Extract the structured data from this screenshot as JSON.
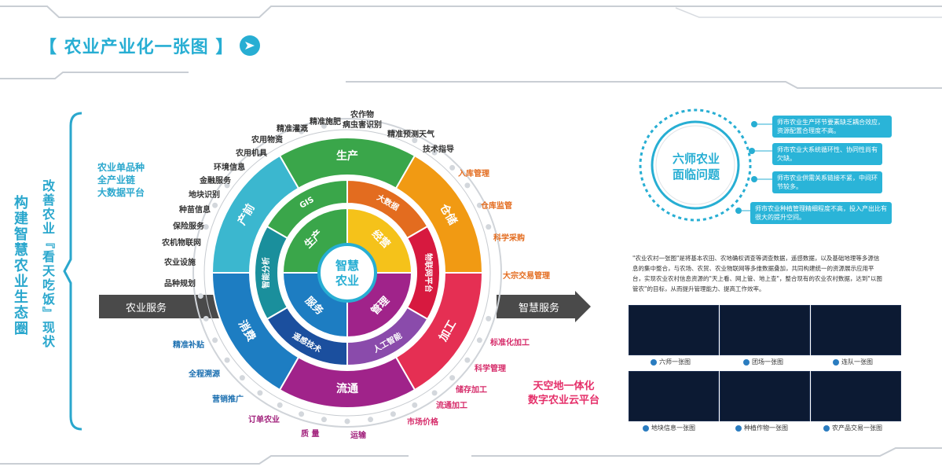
{
  "title": "【 农业产业化一张图 】",
  "vertical_left": "构建智慧农业生态圈",
  "vertical_second": "改善农业『看天吃饭』现状",
  "left_block": [
    "农业单品种",
    "全产业链",
    "大数据平台"
  ],
  "arrow_left": "农业服务",
  "arrow_right": "智慧服务",
  "center": "智慧\n农业",
  "inner_quadrants": [
    "生产",
    "经营",
    "管理",
    "服务"
  ],
  "middle_ring": [
    "GIS",
    "大数据",
    "物联网平台",
    "人工智能",
    "遥感技术",
    "智能分析"
  ],
  "outer_ring": [
    "生产",
    "仓储",
    "加工",
    "流通",
    "消费",
    "产前"
  ],
  "labels_left": [
    "环境信息",
    "金融服务",
    "地块识别",
    "种苗信息",
    "保险服务",
    "农机物联网",
    "农业设施",
    "品种规划",
    "农用机具",
    "农用物资",
    "精准灌溉"
  ],
  "labels_top": [
    "精准施肥",
    "农作物\n病虫害识别",
    "精准预测天气",
    "技术指导"
  ],
  "labels_right": [
    "入库管理",
    "仓库监管",
    "科学采购",
    "大宗交易管理"
  ],
  "labels_bottom_right": [
    "标准化加工",
    "科学管理",
    "储存加工",
    "流通加工",
    "市场价格"
  ],
  "labels_bottom": [
    "运输",
    "质 量",
    "订单农业",
    "营销推广",
    "全程溯源",
    "精准补贴"
  ],
  "red_text": [
    "天空地一体化",
    "数字农业云平台"
  ],
  "problem_circle": [
    "六师农业",
    "面临问题"
  ],
  "issues": [
    "师市农业生产环节要素缺乏耦合效应，资源配置合理度不高。",
    "师市农业大系统循环性、协同性尚有欠缺。",
    "师市农业供需关系链接不紧，中间环节较多。",
    "师市农业种植管理精细程度不高，投入产出比有很大的提升空间。"
  ],
  "paragraph": "\"农业农村一张图\"是将基本农田、农地确权调查等调查数据，遥感数据，以及基础地理等多源信息的集中整合，与农场、农贸、农业物联网等多维数据叠加，共同构建统一的资源展示应用平台，实现农业农村信息资源的\"天上看、网上管、地上查\"，整合现有的农业农村数据，达到\"以图管农\"的目标，从而提升管理能力、提高工作效率。",
  "thumbs": [
    "六师一张图",
    "团场一张图",
    "连队一张图",
    "地块信息一张图",
    "种植作物一张图",
    "农产品交易一张图"
  ],
  "colors": {
    "accent": "#27aed3",
    "green": "#3aa64a",
    "orange": "#f19a13",
    "red": "#e52f53",
    "purple": "#a0238a",
    "blue": "#1d7dc2",
    "teal": "#3bb7cf"
  }
}
